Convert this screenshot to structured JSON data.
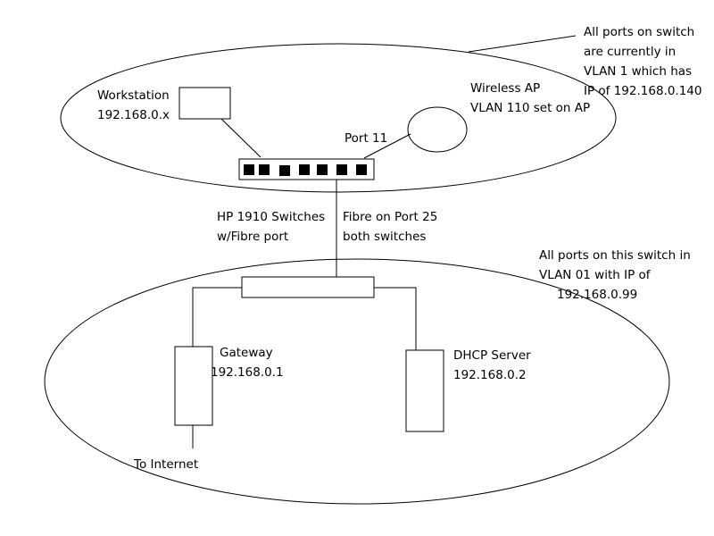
{
  "labels": {
    "workstation": [
      "Workstation",
      "192.168.0.x"
    ],
    "wireless_ap": [
      "Wireless AP",
      "VLAN 110 set on AP"
    ],
    "port": "Port 11",
    "top_switch_note": [
      "All ports on switch",
      "are currently in",
      "VLAN 1 which has",
      "IP of 192.168.0.140"
    ],
    "switches": [
      "HP 1910 Switches",
      "w/Fibre port"
    ],
    "fibre": [
      "Fibre on Port 25",
      "both switches"
    ],
    "bottom_switch_note": [
      "All ports on this switch in",
      "VLAN 01 with IP of",
      "192.168.0.99"
    ],
    "gateway": [
      "Gateway",
      "192.168.0.1"
    ],
    "dhcp": [
      "DHCP Server",
      "192.168.0.2"
    ],
    "internet": "To Internet"
  },
  "colors": {
    "stroke": "#000000",
    "background": "#ffffff"
  }
}
